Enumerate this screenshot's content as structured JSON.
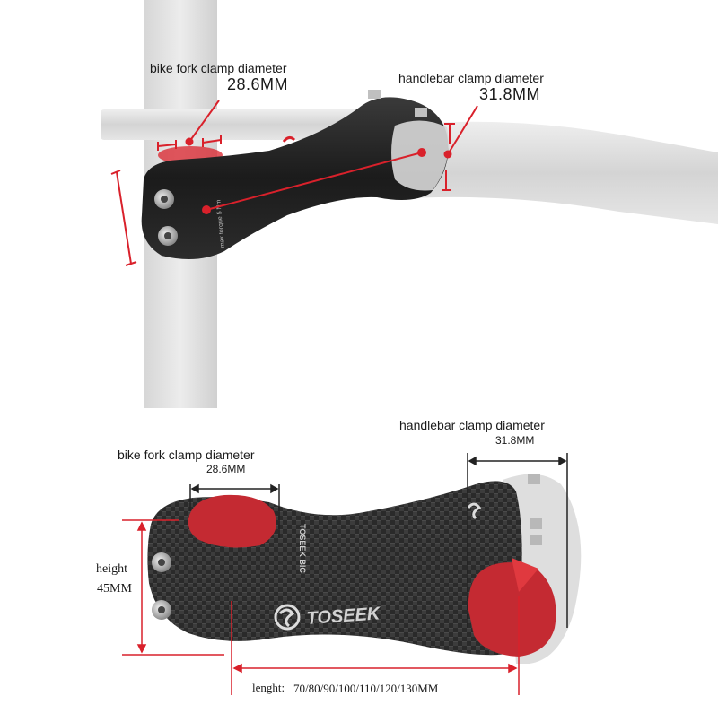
{
  "colors": {
    "accent": "#d9212b",
    "carbon": "#2b2b2b",
    "alloy": "#1e1e1e",
    "bar": "#dcdcdc"
  },
  "top_view": {
    "fork_label": "bike fork clamp diameter",
    "fork_value": "28.6MM",
    "bar_label": "handlebar clamp diameter",
    "bar_value": "31.8MM",
    "engraving": "max torque  5 Nm"
  },
  "bottom_view": {
    "bar_label": "handlebar clamp diameter",
    "bar_value": "31.8MM",
    "fork_label": "bike fork clamp diameter",
    "fork_value": "28.6MM",
    "height_label": "height",
    "height_value": "45MM",
    "length_label": "lenght:",
    "length_value": "70/80/90/100/110/120/130MM",
    "brand_main": "TOSEEK",
    "brand_top": "TOSEEK BIC"
  }
}
